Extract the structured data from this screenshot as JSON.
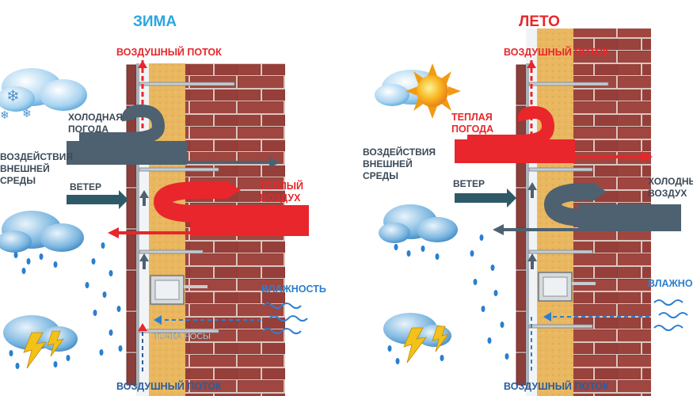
{
  "winter": {
    "title": "ЗИМА",
    "air_flow_top": "ВОЗДУШНЫЙ ПОТОК",
    "air_flow_bottom": "ВОЗДУШНЫЙ ПОТОК",
    "cold_weather_line1": "ХОЛОДНАЯ",
    "cold_weather_line2": "ПОГОДА",
    "environment_line1": "ВОЗДЕЙСТВИЯ",
    "environment_line2": "ВНЕШНЕЙ",
    "environment_line3": "СРЕДЫ",
    "wind": "ВЕТЕР",
    "warm_air_line1": "ТЕПЛЫЙ",
    "warm_air_line2": "ВОЗДУХ",
    "humidity": "ВЛАЖНОСТЬ",
    "dew_point": "ТОЧКА РОСЫ"
  },
  "summer": {
    "title": "ЛЕТО",
    "air_flow_top": "ВОЗДУШНЫЙ ПОТОК",
    "air_flow_bottom": "ВОЗДУШНЫЙ ПОТОК",
    "warm_weather_line1": "ТЕПЛАЯ",
    "warm_weather_line2": "ПОГОДА",
    "environment_line1": "ВОЗДЕЙСТВИЯ",
    "environment_line2": "ВНЕШНЕЙ",
    "environment_line3": "СРЕДЫ",
    "wind": "ВЕТЕР",
    "cold_air_line1": "ХОЛОДНЫЙ",
    "cold_air_line2": "ВОЗДУХ",
    "humidity": "ВЛАЖНОСТЬ"
  },
  "colors": {
    "title_blue": "#2aa6e0",
    "arrow_red": "#e8262b",
    "arrow_slate": "#4d6170",
    "arrow_teal": "#2e5a68",
    "brick": "#8d3a36",
    "insulation": "#e9b760",
    "sky_blue": "#2a7fd0"
  }
}
